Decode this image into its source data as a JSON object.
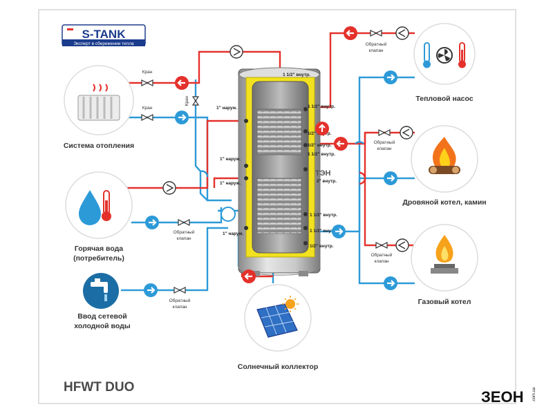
{
  "brand": {
    "name": "S-TANK",
    "tagline": "Эксперт в сбережении тепла",
    "primary": "#1b3c8c",
    "accent": "#e4312b"
  },
  "product_name": "HFWT DUO",
  "watermark": "ЗЕОН",
  "watermark_sub": ".com.ua",
  "colors": {
    "hot": "#e4312b",
    "cold": "#2d9ad8",
    "insulation": "#f2e11f"
  },
  "components": {
    "heating_system": "Система отопления",
    "hot_water_1": "Горячая вода",
    "hot_water_2": "(потребитель)",
    "cold_water_1": "Ввод  сетевой",
    "cold_water_2": "холодной воды",
    "solar": "Солнечный коллектор",
    "heat_pump": "Тепловой насос",
    "wood_boiler": "Дровяной котел, камин",
    "gas_boiler": "Газовый котел"
  },
  "fittings": {
    "valve": "Кран",
    "check_valve_1": "Обратный",
    "check_valve_2": "клапан"
  },
  "connections": {
    "top": "1 1/2\" внутр.",
    "r1": "1 1/2\" внутр.",
    "r2": "1/2\" внутр.",
    "r3": "1/2\" внутр.",
    "r4": "1 1/2\" внутр.",
    "r5": "1 1/2\" внутр.",
    "r6": "1 1/2\" внутр.",
    "r7": "1/2\" внутр.",
    "ten_label": "ТЭН",
    "ten_size": "2\" внутр.",
    "l1": "1\" наруж.",
    "l2": "1\" наруж.",
    "l3": "1\" наруж.",
    "l4": "1\" наруж."
  }
}
